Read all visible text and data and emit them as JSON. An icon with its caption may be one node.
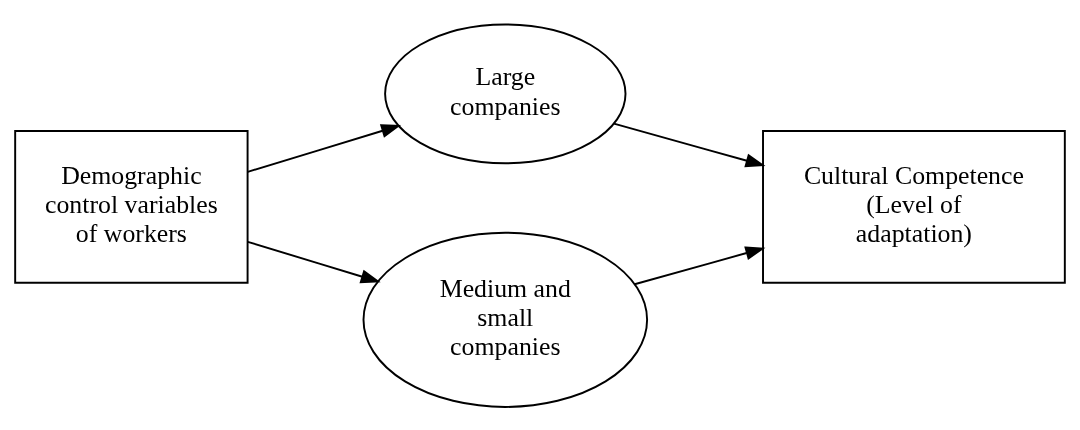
{
  "diagram": {
    "nodes": [
      {
        "text": [
          "Demographic control variables of workers"
        ]
      },
      {
        "text": [
          "Large companies"
        ]
      },
      {
        "text": [
          "Medium and small companies"
        ]
      },
      {
        "text": [
          "Cultural Competence (Level of adaptation)"
        ]
      }
    ],
    "edges": [
      {
        "from": 0,
        "to": 1,
        "arrow": "to"
      },
      {
        "from": 0,
        "to": 2,
        "arrow": "to"
      },
      {
        "from": 1,
        "to": 3,
        "arrow": "to"
      },
      {
        "from": 2,
        "to": 3,
        "arrow": "to"
      }
    ]
  }
}
